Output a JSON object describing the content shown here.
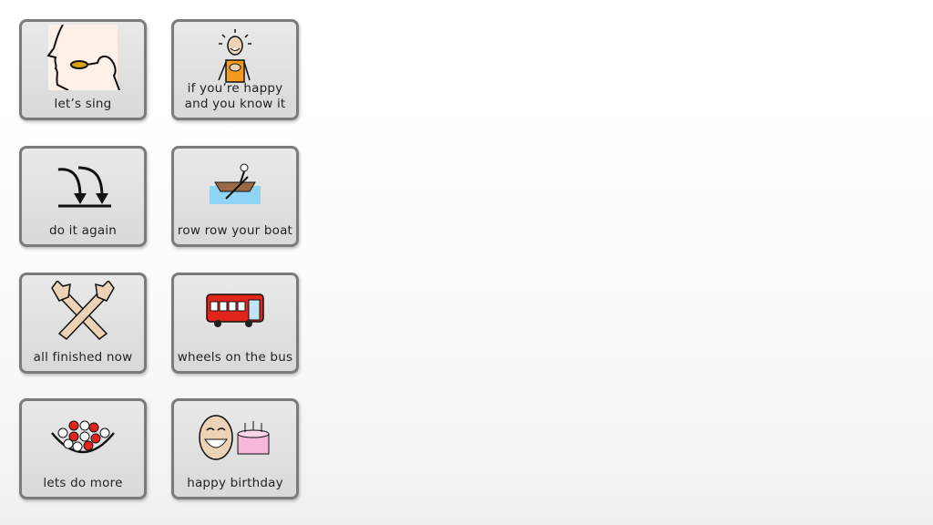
{
  "tiles": [
    {
      "label": "let’s sing",
      "icon": "singing-icon"
    },
    {
      "label": "if you’re happy and you know it",
      "icon": "happy-person-icon"
    },
    {
      "label": "do it again",
      "icon": "repeat-arrows-icon"
    },
    {
      "label": "row row your boat",
      "icon": "rowing-boat-icon"
    },
    {
      "label": "all finished now",
      "icon": "crossed-arms-icon"
    },
    {
      "label": "wheels on the bus",
      "icon": "bus-icon"
    },
    {
      "label": "lets do more",
      "icon": "bowl-of-balls-icon"
    },
    {
      "label": "happy birthday",
      "icon": "birthday-cake-icon"
    }
  ],
  "colors": {
    "tile_border": "#7b7b7b",
    "tile_bg": "#e2e2e2",
    "bus_red": "#e3241b",
    "shirt_orange": "#f39a1f"
  }
}
